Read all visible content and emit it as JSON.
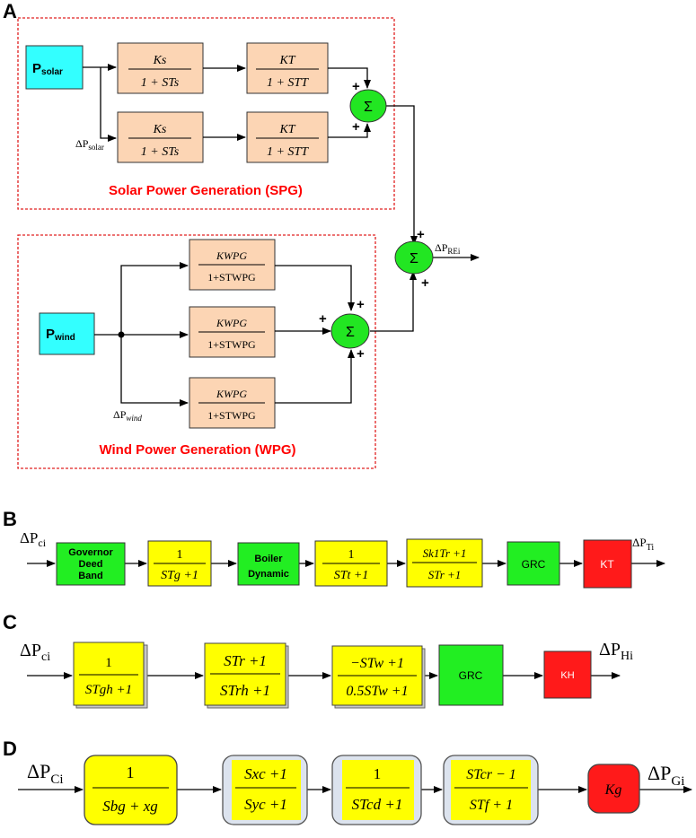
{
  "panels": {
    "a": {
      "label": "A"
    },
    "b": {
      "label": "B"
    },
    "c": {
      "label": "C"
    },
    "d": {
      "label": "D"
    }
  },
  "spg": {
    "title": "Solar Power Generation (SPG)",
    "input_label": "P",
    "input_sub": "solar",
    "delta_label": "ΔP",
    "delta_sub": "solar",
    "tf_s_num": "Ks",
    "tf_s_den": "1 + STs",
    "tf_t_num": "KT",
    "tf_t_den": "1 + STT",
    "sum": "Σ",
    "plus": "+"
  },
  "wpg": {
    "title": "Wind Power Generation (WPG)",
    "input_label": "P",
    "input_sub": "wind",
    "delta_label": "ΔP",
    "delta_sub": "wind",
    "tf_num": "KWPG",
    "tf_den": "1+STWPG",
    "sum": "Σ",
    "plus": "+"
  },
  "re_output": {
    "label": "ΔP",
    "sub": "REi",
    "sum": "Σ"
  },
  "thermal": {
    "input": "ΔP",
    "input_sub": "ci",
    "governor": [
      "Governor",
      "Deed",
      "Band"
    ],
    "tf1_num": "1",
    "tf1_den": "STg +1",
    "boiler": [
      "Boiler",
      "Dynamic"
    ],
    "tf2_num": "1",
    "tf2_den": "STt +1",
    "tf3_num": "Sk1Tr +1",
    "tf3_den": "STr +1",
    "grc": "GRC",
    "gain": "KT",
    "output": "ΔP",
    "output_sub": "Ti"
  },
  "hydro": {
    "input": "ΔP",
    "input_sub": "ci",
    "tf1_num": "1",
    "tf1_den": "STgh +1",
    "tf2_num": "STr +1",
    "tf2_den": "STrh +1",
    "tf3_num": "−STw +1",
    "tf3_den": "0.5STw +1",
    "grc": "GRC",
    "gain": "KH",
    "output": "ΔP",
    "output_sub": "Hi"
  },
  "gas": {
    "input": "ΔP",
    "input_sub": "Ci",
    "tf1_num": "1",
    "tf1_den": "Sbg + xg",
    "tf2_num": "Sxc +1",
    "tf2_den": "Syc +1",
    "tf3_num": "1",
    "tf3_den": "STcd +1",
    "tf4_num": "STcr − 1",
    "tf4_den": "STf + 1",
    "gain": "Kg",
    "output": "ΔP",
    "output_sub": "Gi"
  },
  "colors": {
    "tf_orange": "#fcd5b4",
    "input_cyan": "#33ffff",
    "sum_green": "#22e622",
    "block_yellow": "#ffff00",
    "block_green": "#22ee22",
    "block_red": "#ff1a1a",
    "border_red": "#e02020"
  }
}
